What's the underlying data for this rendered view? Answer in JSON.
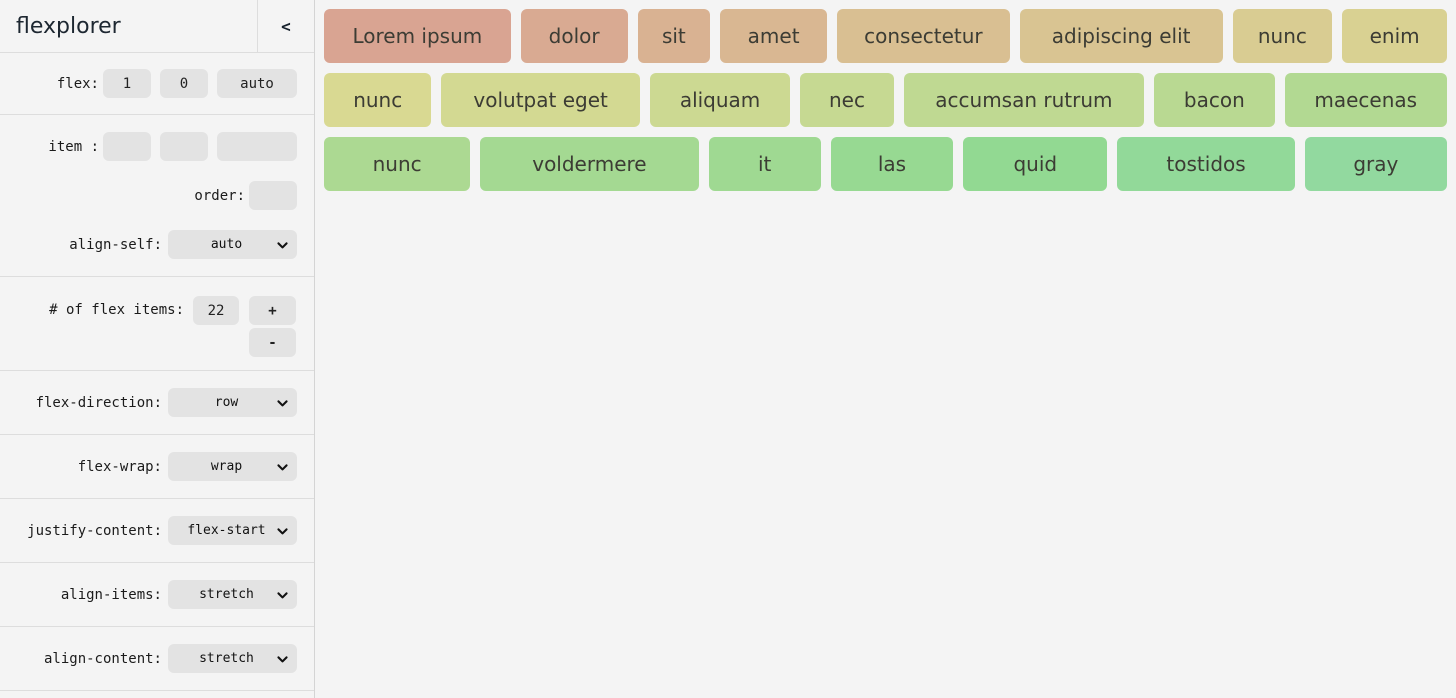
{
  "app": {
    "title": "flexplorer",
    "collapse_icon": "<"
  },
  "colors": {
    "page_bg": "#f4f4f4",
    "control_bg": "#e3e3e3",
    "divider": "#dddddd",
    "sidebar_border": "#d4d4d4",
    "label_text": "#1b1b1b",
    "title_text": "#1d2731",
    "item_text": "#3c3c34"
  },
  "sidebar": {
    "flex_row": {
      "label": "flex:",
      "values": [
        "1",
        "0",
        "auto"
      ]
    },
    "item_row": {
      "label": "item :",
      "values": [
        "",
        "",
        ""
      ]
    },
    "order_row": {
      "label": "order:",
      "value": ""
    },
    "align_self": {
      "label": "align-self:",
      "value": "auto"
    },
    "count_row": {
      "label": "# of flex items:",
      "value": "22",
      "increment_label": "+",
      "decrement_label": "-"
    },
    "flex_direction": {
      "label": "flex-direction:",
      "value": "row"
    },
    "flex_wrap": {
      "label": "flex-wrap:",
      "value": "wrap"
    },
    "justify_content": {
      "label": "justify-content:",
      "value": "flex-start"
    },
    "align_items": {
      "label": "align-items:",
      "value": "stretch"
    },
    "align_content": {
      "label": "align-content:",
      "value": "stretch"
    }
  },
  "items": [
    {
      "label": "Lorem ipsum",
      "color": "hsl(16, 48%, 71%)",
      "basis": 181
    },
    {
      "label": "dolor",
      "color": "hsl(21, 48%, 71%)",
      "basis": 101
    },
    {
      "label": "sit",
      "color": "hsl(27, 48%, 71%)",
      "basis": 67
    },
    {
      "label": "amet",
      "color": "hsl(32, 48%, 71%)",
      "basis": 101
    },
    {
      "label": "consectetur",
      "color": "hsl(38, 48%, 71%)",
      "basis": 167
    },
    {
      "label": "adipiscing elit",
      "color": "hsl(43, 48%, 71%)",
      "basis": 197
    },
    {
      "label": "nunc",
      "color": "hsl(49, 48%, 71%)",
      "basis": 94
    },
    {
      "label": "enim",
      "color": "hsl(54, 48%, 71%)",
      "basis": 99
    },
    {
      "label": "nunc",
      "color": "hsl(60, 48%, 71%)",
      "basis": 102
    },
    {
      "label": "volutpat eget",
      "color": "hsl(65, 48%, 71%)",
      "basis": 193
    },
    {
      "label": "aliquam",
      "color": "hsl(71, 48%, 71%)",
      "basis": 135
    },
    {
      "label": "nec",
      "color": "hsl(76, 48%, 71%)",
      "basis": 88
    },
    {
      "label": "accumsan rutrum",
      "color": "hsl(82, 48%, 71%)",
      "basis": 235
    },
    {
      "label": "bacon",
      "color": "hsl(87, 48%, 71%)",
      "basis": 115
    },
    {
      "label": "maecenas",
      "color": "hsl(93, 48%, 71%)",
      "basis": 157
    },
    {
      "label": "nunc",
      "color": "hsl(98, 48%, 71%)",
      "basis": 142
    },
    {
      "label": "voldermere",
      "color": "hsl(104, 48%, 71%)",
      "basis": 214
    },
    {
      "label": "it",
      "color": "hsl(109, 48%, 71%)",
      "basis": 108
    },
    {
      "label": "las",
      "color": "hsl(115, 48%, 71%)",
      "basis": 118
    },
    {
      "label": "quid",
      "color": "hsl(120, 48%, 71%)",
      "basis": 140
    },
    {
      "label": "tostidos",
      "color": "hsl(126, 48%, 71%)",
      "basis": 173
    },
    {
      "label": "gray",
      "color": "hsl(131, 48%, 71%)",
      "basis": 138
    }
  ]
}
